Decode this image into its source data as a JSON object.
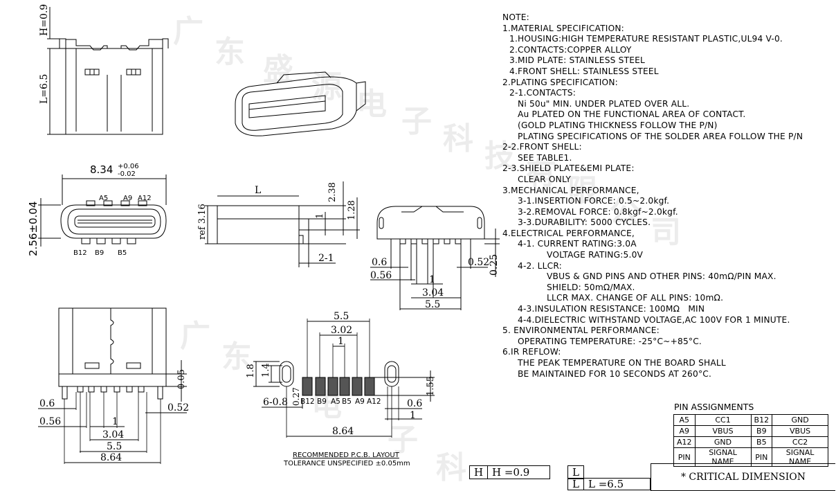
{
  "watermark": [
    "广",
    "东",
    "盛",
    "源",
    "电",
    "子",
    "科",
    "技",
    "有",
    "限",
    "公",
    "司"
  ],
  "dims": {
    "top_h": "H=0.9",
    "top_l": "L=6.5",
    "width": "8.34",
    "width_tol_up": "+0.06",
    "width_tol_dn": "-0.02",
    "height": "2.56±0.04",
    "pin_a5": "A5",
    "pin_a9": "A9",
    "pin_a12": "A12",
    "pin_b12": "B12",
    "pin_b9": "B9",
    "pin_b5": "B5",
    "side_l": "L",
    "side_238": "2.38",
    "side_128": "1.28",
    "side_1": "1",
    "side_ref": "ref 3.16",
    "side_21": "2-1",
    "front_06": "0.6",
    "front_056": "0.56",
    "front_052": "0.52",
    "front_025": "0.25",
    "front_1": "1",
    "front_304": "3.04",
    "front_55": "5.5",
    "bot_005": "0.05",
    "bot_06": "0.6",
    "bot_056": "0.56",
    "bot_052": "0.52",
    "bot_1": "1",
    "bot_304": "3.04",
    "bot_55": "5.5",
    "bot_864": "8.64",
    "pcb_55": "5.5",
    "pcb_302": "3.02",
    "pcb_1": "1",
    "pcb_18": "1.8",
    "pcb_14": "1.4",
    "pcb_027": "0.27",
    "pcb_608": "6-0.8",
    "pcb_155": "1.55",
    "pcb_06": "0.6",
    "pcb_1b": "1",
    "pcb_864": "8.64",
    "pcb_b12": "B12",
    "pcb_b9": "B9",
    "pcb_a5": "A5",
    "pcb_b5": "B5",
    "pcb_a9": "A9",
    "pcb_a12": "A12",
    "pcb_caption": "RECOMMENDED  P.C.B. LAYOUT",
    "pcb_tolerance": "TOLERANCE UNSPECIFIED ±0.05mm"
  },
  "notes": [
    {
      "level": 0,
      "text": "NOTE:"
    },
    {
      "level": 0,
      "text": "1.MATERIAL SPECIFICATION:"
    },
    {
      "level": 1,
      "text": "1.HOUSING:HIGH TEMPERATURE RESISTANT PLASTIC,UL94 V-0."
    },
    {
      "level": 1,
      "text": "2.CONTACTS:COPPER ALLOY"
    },
    {
      "level": 1,
      "text": "3.MID PLATE: STAINLESS STEEL"
    },
    {
      "level": 1,
      "text": "4.FRONT SHELL: STAINLESS STEEL"
    },
    {
      "level": 0,
      "text": "2.PLATING SPECIFICATION:"
    },
    {
      "level": 1,
      "text": "2-1.CONTACTS:"
    },
    {
      "level": 2,
      "text": "Ni 50u\" MIN. UNDER PLATED OVER ALL."
    },
    {
      "level": 2,
      "text": "Au PLATED ON THE FUNCTIONAL AREA OF CONTACT."
    },
    {
      "level": 2,
      "text": "(GOLD PLATING THICKNESS FOLLOW THE P/N)"
    },
    {
      "level": 2,
      "text": "PLATING SPECIFICATIONS OF THE SOLDER AREA FOLLOW THE P/N"
    },
    {
      "level": 0,
      "text": "2-2.FRONT SHELL:"
    },
    {
      "level": 2,
      "text": "SEE TABLE1."
    },
    {
      "level": 0,
      "text": "2-3.SHIELD PLATE&EMI PLATE:"
    },
    {
      "level": 2,
      "text": "CLEAR ONLY"
    },
    {
      "level": 0,
      "text": "3.MECHANICAL PERFORMANCE,"
    },
    {
      "level": 2,
      "text": "3-1.INSERTION FORCE: 0.5~2.0kgf."
    },
    {
      "level": 2,
      "text": "3-2.REMOVAL FORCE: 0.8kgf~2.0kgf."
    },
    {
      "level": 2,
      "text": "3-3.DURABILITY: 5000 CYCLES."
    },
    {
      "level": 0,
      "text": "4.ELECTRICAL PERFORMANCE,"
    },
    {
      "level": 2,
      "text": "4-1. CURRENT RATING:3.0A"
    },
    {
      "level": 3,
      "text": "VOLTAGE RATING:5.0V"
    },
    {
      "level": 2,
      "text": "4-2. LLCR:"
    },
    {
      "level": 3,
      "text": "VBUS & GND PINS AND OTHER PINS: 40mΩ/PIN MAX."
    },
    {
      "level": 3,
      "text": "SHIELD: 50mΩ/MAX."
    },
    {
      "level": 3,
      "text": "LLCR MAX. CHANGE OF ALL PINS: 10mΩ."
    },
    {
      "level": 2,
      "text": "4-3.INSULATION RESISTANCE: 100MΩ   MIN"
    },
    {
      "level": 2,
      "text": "4-4.DIELECTRIC WITHSTAND VOLTAGE,AC 100V FOR 1 MINUTE."
    },
    {
      "level": 0,
      "text": "5. ENVIRONMENTAL PERFORMANCE:"
    },
    {
      "level": 2,
      "text": "OPERATING TEMPERATURE: -25°C~+85°C."
    },
    {
      "level": 0,
      "text": "6.IR REFLOW:"
    },
    {
      "level": 2,
      "text": "THE PEAK TEMPERATURE ON THE BOARD SHALL"
    },
    {
      "level": 2,
      "text": "BE MAINTAINED FOR 10 SECONDS AT 260°C."
    }
  ],
  "pin_table": {
    "title": "PIN ASSIGNMENTS",
    "rows": [
      [
        "A5",
        "CC1",
        "B12",
        "GND"
      ],
      [
        "A9",
        "VBUS",
        "B9",
        "VBUS"
      ],
      [
        "A12",
        "GND",
        "B5",
        "CC2"
      ],
      [
        "PIN",
        "SIGNAL NAME",
        "PIN",
        "SIGNAL NAME"
      ]
    ]
  },
  "title_block": {
    "h_key": "H",
    "h_value": "H =0.9",
    "l_key": "L",
    "l_key2": "L",
    "l_value": "L =6.5",
    "critical": "* CRITICAL  DIMENSION"
  }
}
